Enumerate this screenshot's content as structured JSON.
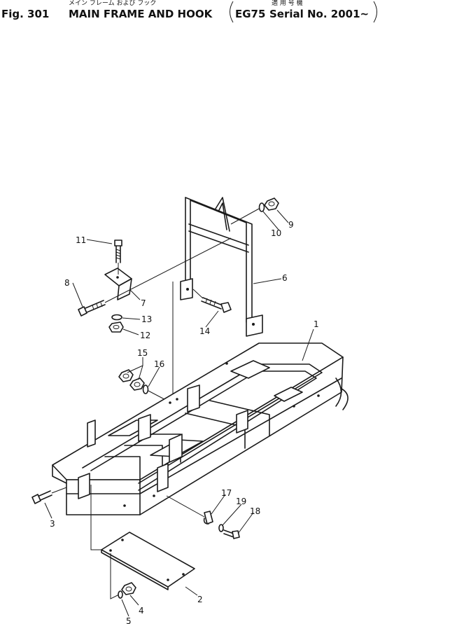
{
  "header": {
    "fig_label": "Fig. 301",
    "title_kana": "メイン フレーム および フック",
    "title": "MAIN FRAME AND HOOK",
    "serial_kana": "適 用 号 機",
    "model": "EG75",
    "serial": "Serial No. 2001~"
  },
  "callouts": [
    {
      "id": "1",
      "label": "1"
    },
    {
      "id": "2",
      "label": "2"
    },
    {
      "id": "3",
      "label": "3"
    },
    {
      "id": "4",
      "label": "4"
    },
    {
      "id": "5",
      "label": "5"
    },
    {
      "id": "6",
      "label": "6"
    },
    {
      "id": "7",
      "label": "7"
    },
    {
      "id": "8",
      "label": "8"
    },
    {
      "id": "9",
      "label": "9"
    },
    {
      "id": "10",
      "label": "10"
    },
    {
      "id": "11",
      "label": "11"
    },
    {
      "id": "12",
      "label": "12"
    },
    {
      "id": "13",
      "label": "13"
    },
    {
      "id": "14",
      "label": "14"
    },
    {
      "id": "15",
      "label": "15"
    },
    {
      "id": "16",
      "label": "16"
    },
    {
      "id": "17",
      "label": "17"
    },
    {
      "id": "18",
      "label": "18"
    },
    {
      "id": "19",
      "label": "19"
    }
  ]
}
